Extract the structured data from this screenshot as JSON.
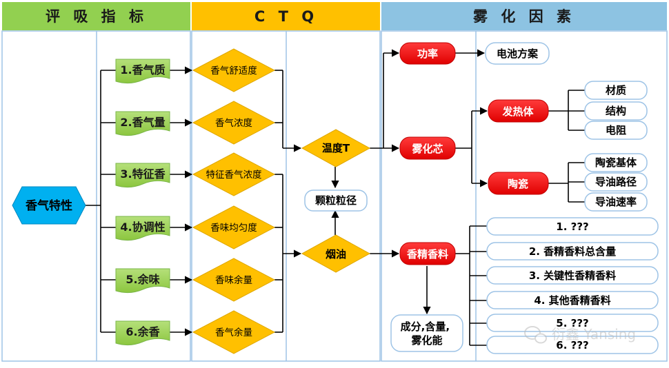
{
  "headers": {
    "col1": "评 吸 指 标",
    "col2": "C T Q",
    "col3": "雾 化 因 素",
    "colors": {
      "col1": "#92d050",
      "col2": "#ffc000",
      "col3": "#8dc3e2"
    }
  },
  "root": {
    "label": "香气特性",
    "color": "#00b0f0"
  },
  "indicators": [
    "1.香气质",
    "2.香气量",
    "3.特征香",
    "4.协调性",
    "5.余味",
    "6.余香"
  ],
  "ctq": [
    "香气舒适度",
    "香气浓度",
    "特征香气浓度",
    "香味均匀度",
    "香味余量",
    "香气余量"
  ],
  "hub": {
    "temperature": "温度T",
    "particle": "颗粒粒径",
    "eliquid": "烟油"
  },
  "factors": {
    "power": "功率",
    "battery": "电池方案",
    "atomizer_core": "雾化芯",
    "heater": "发热体",
    "heater_items": [
      "材质",
      "结构",
      "电阻"
    ],
    "ceramic": "陶瓷",
    "ceramic_items": [
      "陶瓷基体",
      "导油路径",
      "导油速率"
    ],
    "flavor": "香精香料",
    "flavor_items": [
      "1. ???",
      "2. 香精香料总含量",
      "3. 关键性香精香料",
      "4. 其他香精香料",
      "5. ???",
      "6. ???"
    ],
    "composition": "成分,含量,\n雾化能"
  },
  "watermark": "衍鑫 Yansing"
}
